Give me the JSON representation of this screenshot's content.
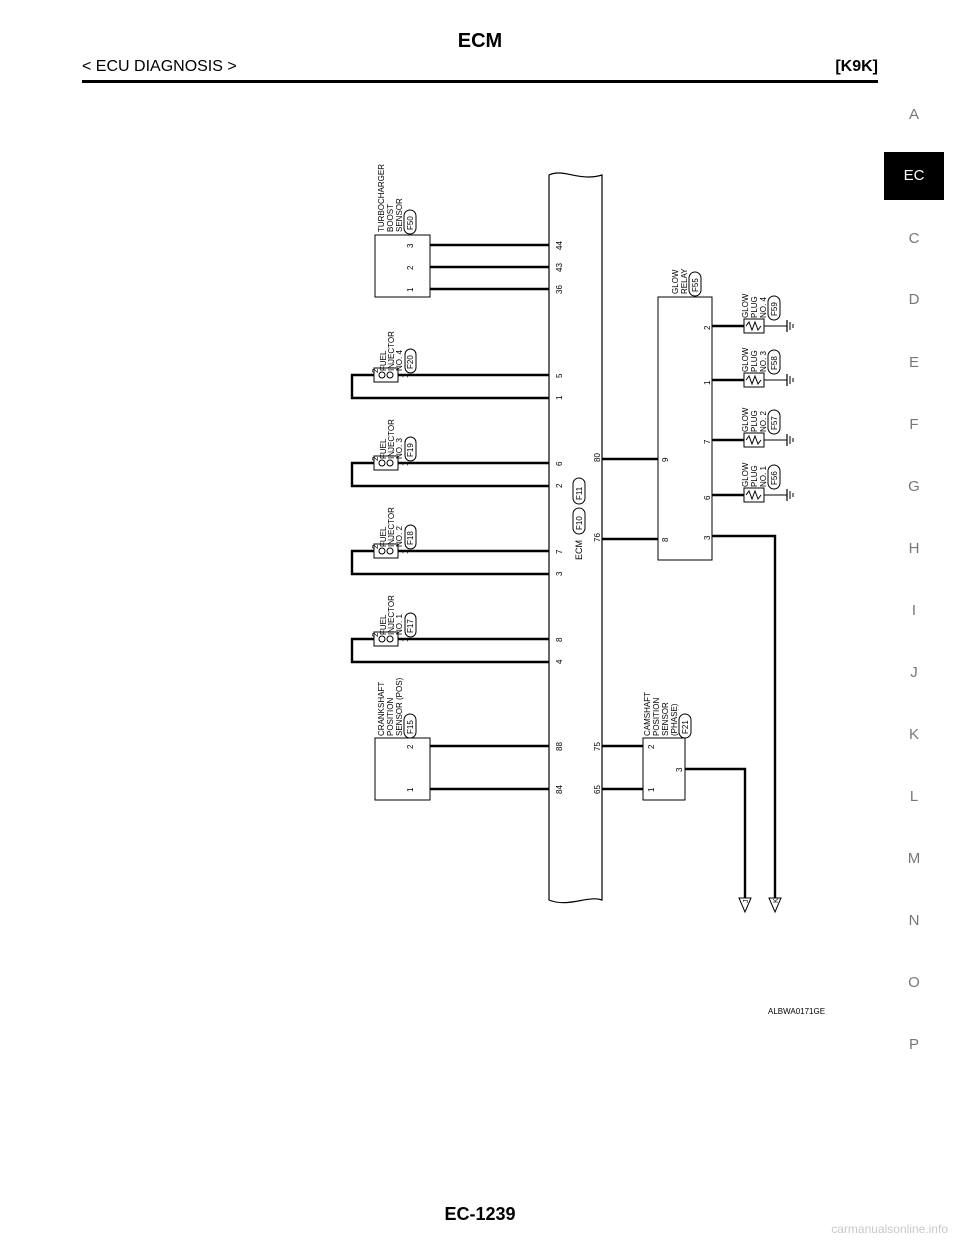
{
  "header": {
    "title": "ECM",
    "section": "< ECU DIAGNOSIS >",
    "engine_code": "[K9K]"
  },
  "sidebar": {
    "items": [
      {
        "label": "A",
        "active": false
      },
      {
        "label": "EC",
        "active": true
      },
      {
        "label": "C",
        "active": false
      },
      {
        "label": "D",
        "active": false
      },
      {
        "label": "E",
        "active": false
      },
      {
        "label": "F",
        "active": false
      },
      {
        "label": "G",
        "active": false
      },
      {
        "label": "H",
        "active": false
      },
      {
        "label": "I",
        "active": false
      },
      {
        "label": "J",
        "active": false
      },
      {
        "label": "K",
        "active": false
      },
      {
        "label": "L",
        "active": false
      },
      {
        "label": "M",
        "active": false
      },
      {
        "label": "N",
        "active": false
      },
      {
        "label": "O",
        "active": false
      },
      {
        "label": "P",
        "active": false
      }
    ]
  },
  "diagram": {
    "figure_id": "ALBWA0171GE",
    "ecm": {
      "name": "ECM",
      "connectors": [
        "F10",
        "F11"
      ]
    },
    "components": {
      "turbo": {
        "lines": [
          "TURBOCHARGER",
          "BOOST",
          "SENSOR"
        ],
        "connector": "F50",
        "pins": [
          "1",
          "2",
          "3"
        ],
        "ecm_pins": [
          "36",
          "43",
          "44"
        ]
      },
      "inj4": {
        "lines": [
          "FUEL",
          "INJECTOR",
          "NO. 4"
        ],
        "connector": "F20",
        "pins": [
          "2",
          "1"
        ],
        "ecm_pins": [
          "1",
          "5"
        ]
      },
      "inj3": {
        "lines": [
          "FUEL",
          "INJECTOR",
          "NO. 3"
        ],
        "connector": "F19",
        "pins": [
          "2",
          "1"
        ],
        "ecm_pins": [
          "2",
          "6"
        ]
      },
      "inj2": {
        "lines": [
          "FUEL",
          "INJECTOR",
          "NO. 2"
        ],
        "connector": "F18",
        "pins": [
          "2",
          "1"
        ],
        "ecm_pins": [
          "3",
          "7"
        ]
      },
      "inj1": {
        "lines": [
          "FUEL",
          "INJECTOR",
          "NO. 1"
        ],
        "connector": "F17",
        "pins": [
          "2",
          "1"
        ],
        "ecm_pins": [
          "4",
          "8"
        ]
      },
      "crank": {
        "lines": [
          "CRANKSHAFT",
          "POSITION",
          "SENSOR (POS)"
        ],
        "connector": "F15",
        "pins": [
          "2",
          "1"
        ],
        "ecm_pins": [
          "88",
          "84"
        ]
      },
      "cam": {
        "lines": [
          "CAMSHAFT",
          "POSITION",
          "SENSOR",
          "(PHASE)"
        ],
        "connector": "F21",
        "pins": [
          "2",
          "1",
          "3"
        ],
        "ecm_pins": [
          "75",
          "65"
        ]
      },
      "relay": {
        "lines": [
          "GLOW",
          "RELAY"
        ],
        "connector": "F55",
        "pins": [
          "2",
          "1",
          "9",
          "7",
          "8",
          "6",
          "3"
        ],
        "ecm_pins": [
          "80",
          "76"
        ]
      },
      "plug4": {
        "lines": [
          "GLOW",
          "PLUG",
          "NO. 4"
        ],
        "connector": "F59"
      },
      "plug3": {
        "lines": [
          "GLOW",
          "PLUG",
          "NO. 3"
        ],
        "connector": "F58"
      },
      "plug2": {
        "lines": [
          "GLOW",
          "PLUG",
          "NO. 2"
        ],
        "connector": "F57"
      },
      "plug1": {
        "lines": [
          "GLOW",
          "PLUG",
          "NO. 1"
        ],
        "connector": "F56"
      }
    },
    "offpage": [
      "J",
      "K"
    ]
  },
  "footer": {
    "page_number": "EC-1239"
  },
  "watermark": "carmanualsonline.info"
}
